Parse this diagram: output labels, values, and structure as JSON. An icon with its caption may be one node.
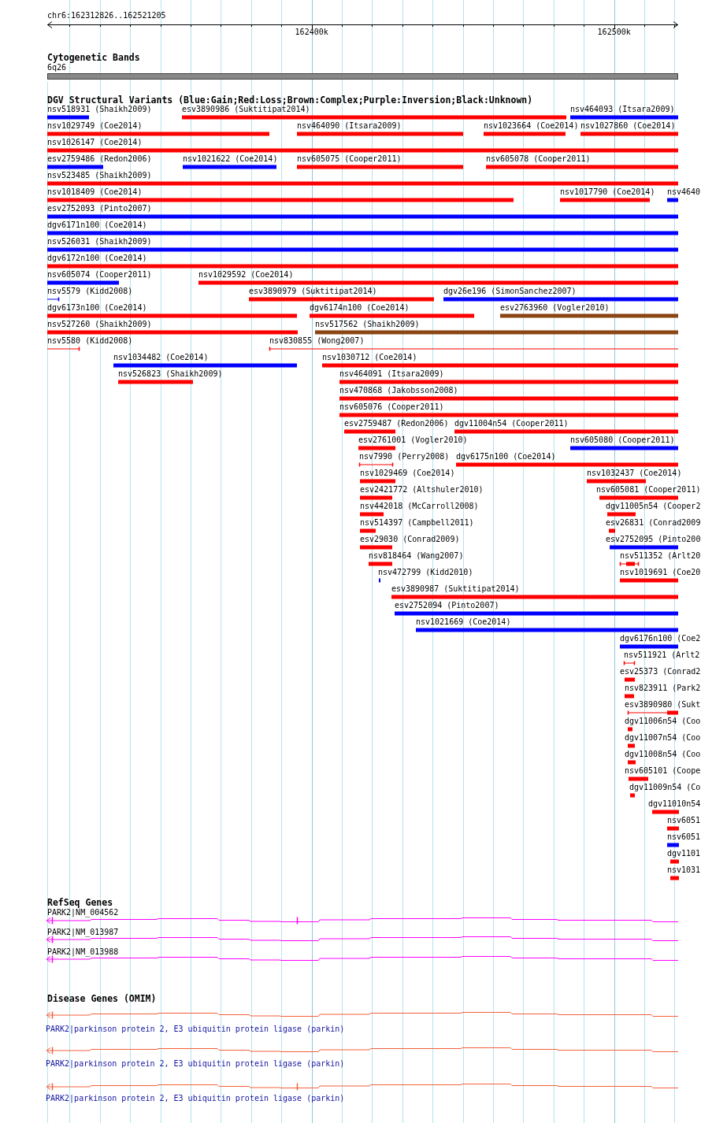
{
  "diagram": {
    "labels": [
      "chr6:162312826..162521205",
      "162400k",
      "162500k",
      "Cytogenetic Bands",
      "6q26",
      "DGV Structural Variants (Blue:Gain;Red:Loss;Brown:Complex;Purple:Inversion;Black:Unknown)",
      "nsv518931 (Shaikh2009)",
      "esv3890986 (Suktitipat2014)",
      "nsv464093 (Itsara2009)",
      "nsv1029749 (Coe2014)",
      "nsv464090 (Itsara2009)",
      "nsv1023664 (Coe2014)",
      "nsv1027860 (Coe2014)",
      "nsv1026147 (Coe2014)",
      "esv2759486 (Redon2006)",
      "nsv1021622 (Coe2014)",
      "nsv605075 (Cooper2011)",
      "nsv605078 (Cooper2011)",
      "nsv523485 (Shaikh2009)",
      "nsv1018409 (Coe2014)",
      "nsv1017790 (Coe2014)",
      "nsv4640",
      "esv2752093 (Pinto2007)",
      "dgv6171n100 (Coe2014)",
      "nsv526031 (Shaikh2009)",
      "dgv6172n100 (Coe2014)",
      "nsv605074 (Cooper2011)",
      "nsv1029592 (Coe2014)",
      "nsv5579 (Kidd2008)",
      "esv3890979 (Suktitipat2014)",
      "dgv26e196 (SimonSanchez2007)",
      "dgv6173n100 (Coe2014)",
      "dgv6174n100 (Coe2014)",
      "esv2763960 (Vogler2010)",
      "nsv527260 (Shaikh2009)",
      "nsv517562 (Shaikh2009)",
      "nsv5580 (Kidd2008)",
      "nsv830855 (Wong2007)",
      "nsv1034482 (Coe2014)",
      "nsv1030712 (Coe2014)",
      "nsv526823 (Shaikh2009)",
      "nsv464091 (Itsara2009)",
      "nsv470868 (Jakobsson2008)",
      "nsv605076 (Cooper2011)",
      "esv2759487 (Redon2006)",
      "dgv11004n54 (Cooper2011)",
      "esv2761001 (Vogler2010)",
      "nsv605080 (Cooper2011)",
      "nsv7990 (Perry2008)",
      "dgv6175n100 (Coe2014)",
      "nsv1029469 (Coe2014)",
      "nsv1032437 (Coe2014)",
      "esv2421772 (Altshuler2010)",
      "nsv605081 (Cooper2011)",
      "nsv442018 (McCarroll2008)",
      "dgv11005n54 (Cooper2",
      "nsv514397 (Campbell2011)",
      "esv26831 (Conrad2009",
      "esv29030 (Conrad2009)",
      "esv2752095 (Pinto200",
      "nsv818464 (Wang2007)",
      "nsv511352 (Arlt20",
      "nsv472799 (Kidd2010)",
      "nsv1019691 (Coe20",
      "esv3890987 (Suktitipat2014)",
      "esv2752094 (Pinto2007)",
      "nsv1021669 (Coe2014)",
      "dgv6176n100 (Coe2",
      "nsv511921 (Arlt2",
      "esv25373 (Conrad2",
      "nsv823911 (Park2",
      "esv3890980 (Sukt",
      "dgv11006n54 (Coo",
      "dgv11007n54 (Coo",
      "dgv11008n54 (Coo",
      "nsv605101 (Coope",
      "dgv11009n54 (Co",
      "dgv11010n54",
      "nsv6051",
      "nsv6051",
      "dgv1101",
      "nsv1031",
      "RefSeq Genes",
      "PARK2|NM_004562",
      "PARK2|NM_013987",
      "PARK2|NM_013988",
      "Disease Genes (OMIM)",
      "PARK2|parkinson protein 2, E3 ubiquitin protein ligase (parkin)",
      "PARK2|parkinson protein 2, E3 ubiquitin protein ligase (parkin)",
      "PARK2|parkinson protein 2, E3 ubiquitin protein ligase (parkin)"
    ]
  }
}
